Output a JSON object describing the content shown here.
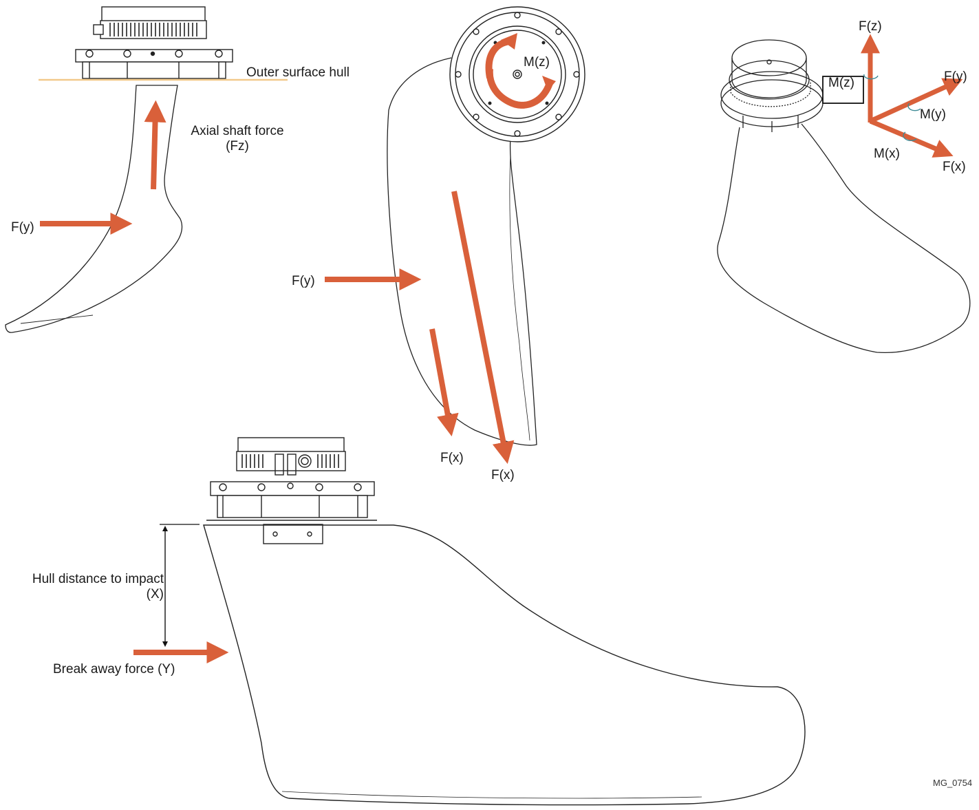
{
  "colors": {
    "arrow": "#d9603a",
    "outline": "#222222",
    "hull_line": "#f2c98a",
    "moment_marker": "#3f8b96"
  },
  "side_view": {
    "hull_label": "Outer surface hull",
    "axial_label_line1": "Axial shaft force",
    "axial_label_line2": "(Fz)",
    "fy_label": "F(y)"
  },
  "top_view": {
    "mz_label": "M(z)",
    "fy_label": "F(y)",
    "fx_label_left": "F(x)",
    "fx_label_right": "F(x)"
  },
  "iso_view": {
    "fz_label": "F(z)",
    "fy_label": "F(y)",
    "fx_label": "F(x)",
    "mz_label": "M(z)",
    "my_label": "M(y)",
    "mx_label": "M(x)"
  },
  "front_view": {
    "distance_label_line1": "Hull distance to impact",
    "distance_label_line2": "(X)",
    "breakaway_label": "Break away force (Y)"
  },
  "figure_id": "MG_0754"
}
